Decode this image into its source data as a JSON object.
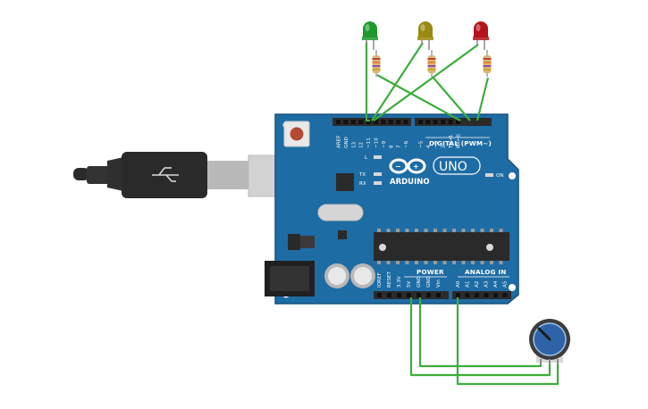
{
  "board": {
    "brand": "ARDUINO",
    "model": "UNO",
    "digital_header_label": "DIGITAL (PWM~)",
    "power_header_label": "POWER",
    "analog_header_label": "ANALOG IN",
    "led_l": "L",
    "led_tx": "TX",
    "led_rx": "RX",
    "led_on": "ON",
    "top_pins": [
      "AREF",
      "GND",
      "13",
      "12",
      "~11",
      "~10",
      "~9",
      "8",
      "7",
      "~6",
      "~5",
      "4",
      "~3",
      "2",
      "TX→1",
      "RX←0"
    ],
    "power_pins": [
      "IOREF",
      "RESET",
      "3.3V",
      "5V",
      "GND",
      "GND",
      "Vin"
    ],
    "analog_pins": [
      "A0",
      "A1",
      "A2",
      "A3",
      "A4",
      "A5"
    ]
  },
  "components": {
    "leds": [
      {
        "color": "green",
        "fill": "#1f9a2f"
      },
      {
        "color": "yellow",
        "fill": "#9b8a12"
      },
      {
        "color": "red",
        "fill": "#b5141c"
      }
    ],
    "potentiometer": {
      "fill": "#2e64a7"
    },
    "usb_cable": {
      "fill": "#2a2a2a"
    }
  },
  "colors": {
    "board": "#1e6ca4",
    "board_dark": "#15547f",
    "wire": "#3cad3c",
    "header": "#2b2b2b"
  }
}
